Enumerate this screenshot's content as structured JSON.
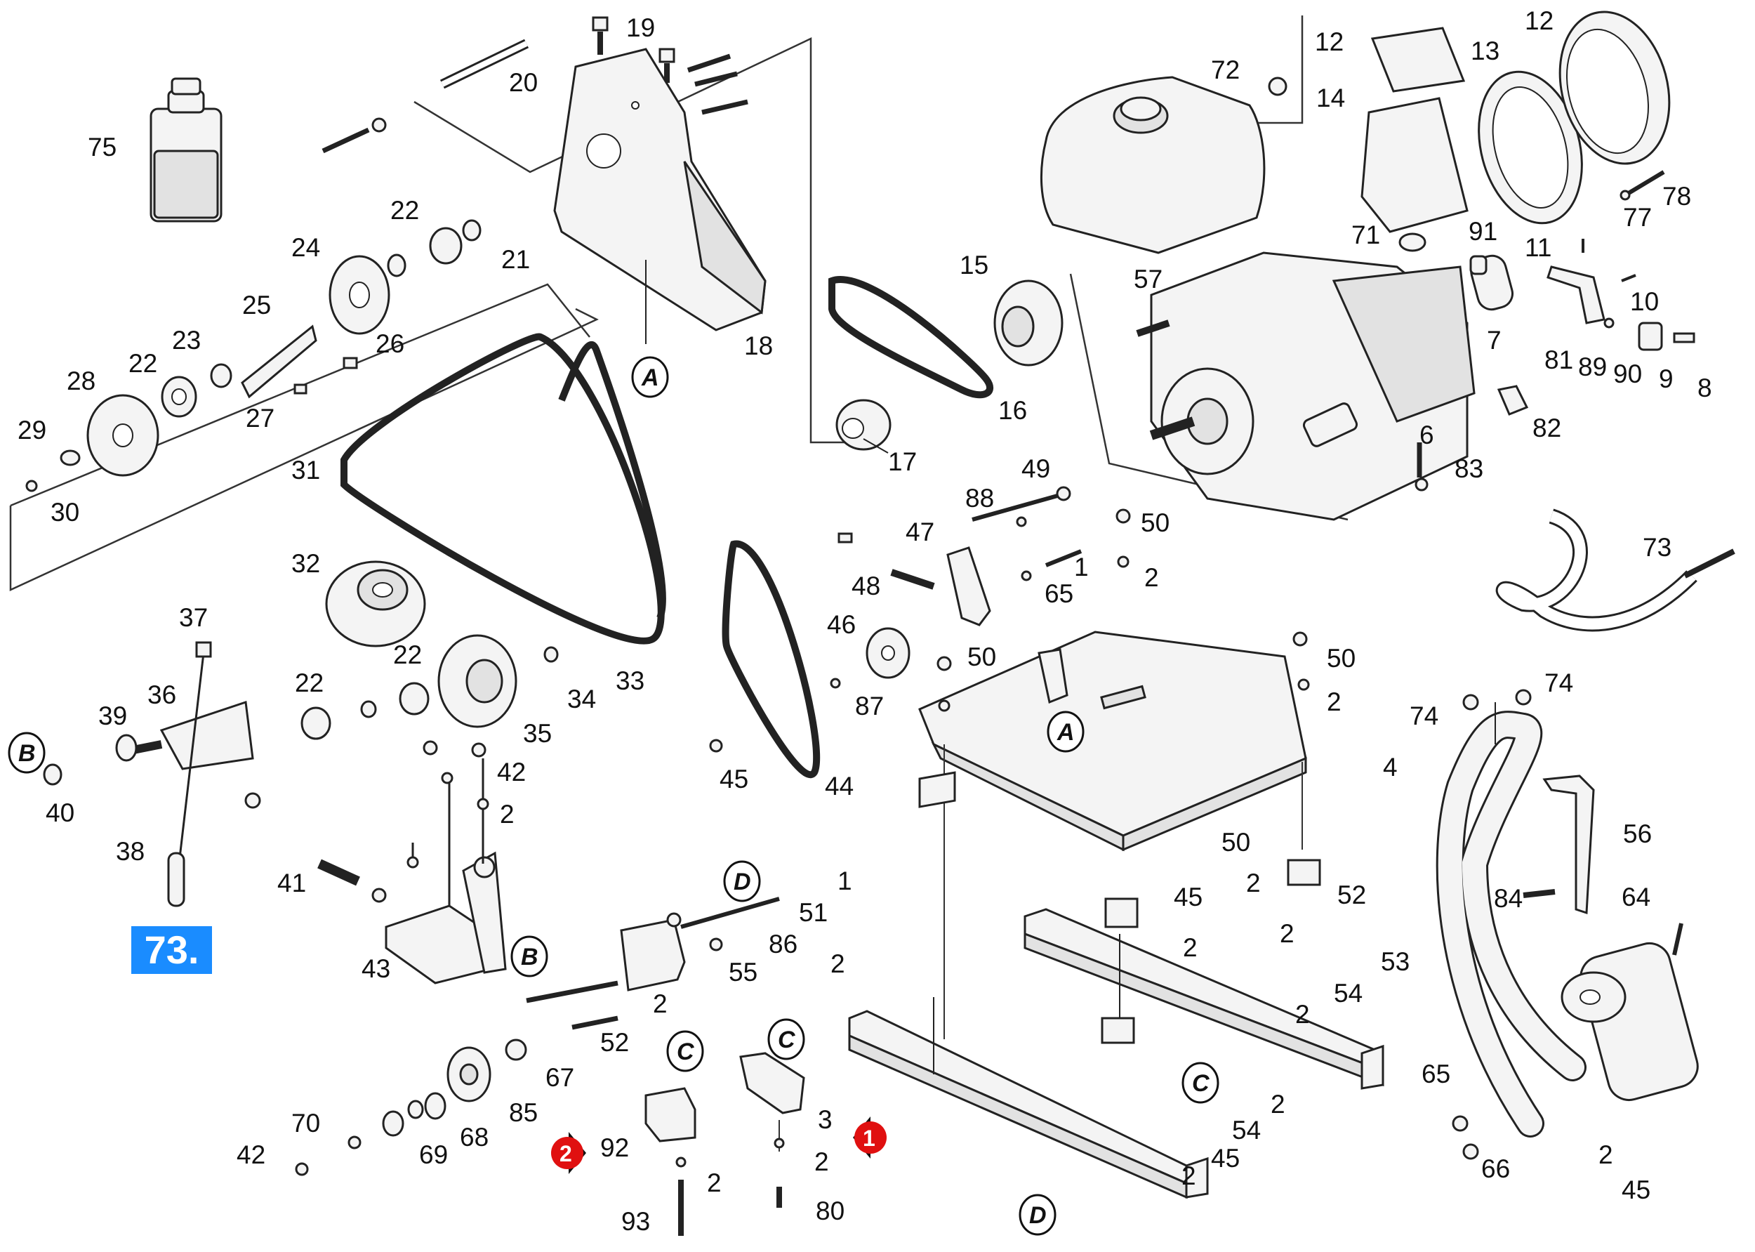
{
  "page_badge": "73.",
  "part_numbers": [
    "1",
    "2",
    "3",
    "4",
    "6",
    "7",
    "8",
    "9",
    "10",
    "11",
    "12",
    "13",
    "14",
    "15",
    "16",
    "17",
    "18",
    "19",
    "20",
    "21",
    "22",
    "23",
    "24",
    "25",
    "26",
    "27",
    "28",
    "29",
    "30",
    "31",
    "32",
    "33",
    "34",
    "35",
    "36",
    "37",
    "38",
    "39",
    "40",
    "41",
    "42",
    "43",
    "44",
    "45",
    "46",
    "47",
    "48",
    "49",
    "50",
    "51",
    "52",
    "53",
    "54",
    "55",
    "56",
    "57",
    "64",
    "65",
    "66",
    "67",
    "68",
    "69",
    "70",
    "71",
    "72",
    "73",
    "74",
    "75",
    "77",
    "78",
    "80",
    "81",
    "82",
    "83",
    "84",
    "85",
    "86",
    "87",
    "88",
    "89",
    "90",
    "91",
    "92",
    "93"
  ],
  "labels": {
    "l19": "19",
    "l20": "20",
    "l75": "75",
    "l22a": "22",
    "l21": "21",
    "l24": "24",
    "l25": "25",
    "l26": "26",
    "l23": "23",
    "l22b": "22",
    "l28": "28",
    "l27": "27",
    "l29": "29",
    "l30": "30",
    "l18": "18",
    "l72": "72",
    "l12a": "12",
    "l12b": "12",
    "l13": "13",
    "l14": "14",
    "l15": "15",
    "l16": "16",
    "l17": "17",
    "l71": "71",
    "l91": "91",
    "l11": "11",
    "l10": "10",
    "l57": "57",
    "l7": "7",
    "l81": "81",
    "l89": "89",
    "l90": "90",
    "l9": "9",
    "l8": "8",
    "l77": "77",
    "l78": "78",
    "l82": "82",
    "l6": "6",
    "l83": "83",
    "l31": "31",
    "l32": "32",
    "l49": "49",
    "l88": "88",
    "l47": "47",
    "l50a": "50",
    "l1a": "1",
    "l2a": "2",
    "l65a": "65",
    "l48": "48",
    "l46": "46",
    "l87": "87",
    "l73": "73",
    "l37": "37",
    "l22c": "22",
    "l22d": "22",
    "l33": "33",
    "l34": "34",
    "l35": "35",
    "l36": "36",
    "l39": "39",
    "l40": "40",
    "l42a": "42",
    "l2b": "2",
    "l45a": "45",
    "l44": "44",
    "l50b": "50",
    "l50c": "50",
    "l2c": "2",
    "l74a": "74",
    "l74b": "74",
    "l4": "4",
    "l56": "56",
    "l38": "38",
    "l41": "41",
    "l43": "43",
    "l51": "51",
    "l86": "86",
    "l55": "55",
    "l50d": "50",
    "l2d": "2",
    "l45b": "45",
    "l52a": "52",
    "l84": "84",
    "l64": "64",
    "l1b": "1",
    "l2e": "2",
    "l2f": "2",
    "l2g": "2",
    "l53": "53",
    "l54a": "54",
    "l2h": "2",
    "l2i": "2",
    "l52b": "52",
    "l67": "67",
    "l85": "85",
    "l70": "70",
    "l42b": "42",
    "l69": "69",
    "l68": "68",
    "l92": "92",
    "l2j": "2",
    "l93": "93",
    "l3": "3",
    "l2k": "2",
    "l80": "80",
    "l2l": "2",
    "l54b": "54",
    "l2m": "2",
    "l45c": "45",
    "l65b": "65",
    "l66": "66",
    "l2n": "2",
    "l45d": "45"
  },
  "markers": {
    "A1": "A",
    "A2": "A",
    "B1": "B",
    "B2": "B",
    "C1": "C",
    "C2": "C",
    "C3": "C",
    "D1": "D",
    "D2": "D"
  },
  "callouts": {
    "c1": "1",
    "c2": "2"
  },
  "colors": {
    "badge": "#1a8cff",
    "callout": "#e01010"
  }
}
